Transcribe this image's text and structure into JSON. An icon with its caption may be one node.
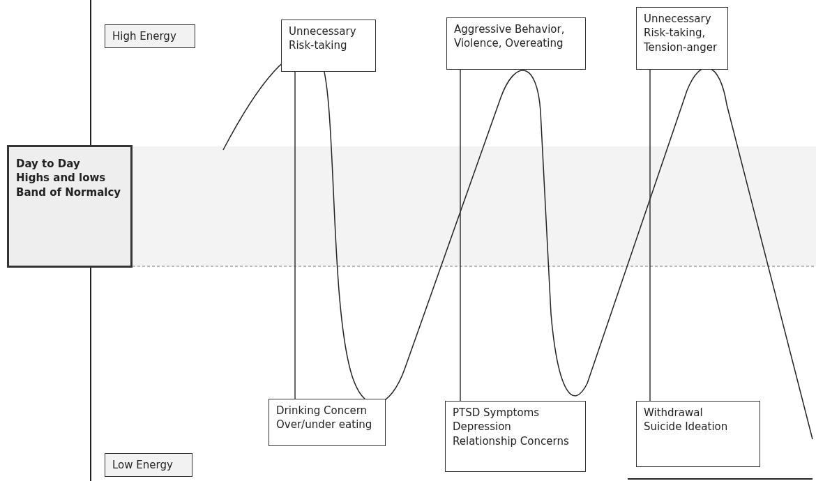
{
  "diagram": {
    "nodes": [
      {
        "text": [
          "High Energy"
        ]
      },
      {
        "text": [
          "Unnecessary Risk-taking"
        ]
      },
      {
        "text": [
          "Aggressive Behavior, Violence, Overeating"
        ]
      },
      {
        "text": [
          "Unnecessary Risk-taking, Tension-anger"
        ]
      },
      {
        "text": [
          "Day to Day",
          "Highs and lows",
          "Band of Normalcy"
        ]
      },
      {
        "text": [
          "Drinking Concern",
          "Over/under eating"
        ]
      },
      {
        "text": [
          "PTSD Symptoms",
          "Depression",
          "Relationship Concerns"
        ]
      },
      {
        "text": [
          "Withdrawal",
          "Suicide Ideation"
        ]
      },
      {
        "text": [
          "Low Energy"
        ]
      }
    ],
    "edges": [
      {
        "from": 1,
        "to": 5,
        "arrow": "none"
      },
      {
        "from": 2,
        "to": 6,
        "arrow": "none"
      },
      {
        "from": 3,
        "to": 7,
        "arrow": "none"
      }
    ]
  }
}
